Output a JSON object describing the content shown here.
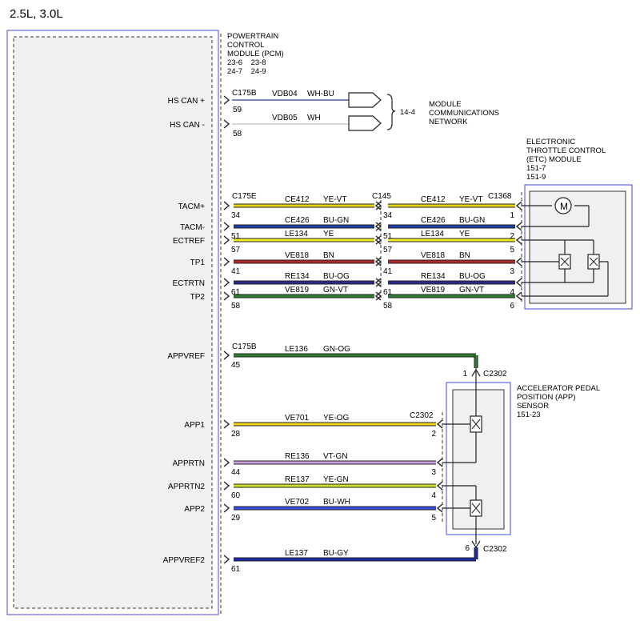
{
  "title": "2.5L, 3.0L",
  "pcm": {
    "name_lines": [
      "POWERTRAIN",
      "CONTROL",
      "MODULE (PCM)",
      "23-6    23-8",
      "24-7    24-9"
    ]
  },
  "network": {
    "ref": "14-4",
    "name_lines": [
      "MODULE",
      "COMMUNICATIONS",
      "NETWORK"
    ]
  },
  "etc": {
    "name_lines": [
      "ELECTRONIC",
      "THROTTLE CONTROL",
      "(ETC) MODULE",
      "151-7",
      "151-9"
    ]
  },
  "app_sensor": {
    "name_lines": [
      "ACCELERATOR PEDAL",
      "POSITION (APP)",
      "SENSOR",
      "151-23"
    ]
  },
  "connectors": {
    "c175b_top": "C175B",
    "c175e": "C175E",
    "c145": "C145",
    "c1368": "C1368",
    "c175b_mid": "C175B",
    "c2302_top": "C2302",
    "c2302_mid": "C2302",
    "c2302_bottom": "C2302"
  },
  "colors": {
    "WH-BU": "#2f3a9e",
    "WH": "#b0b0b0",
    "YE-VT": "#e8d816",
    "BU-GN": "#1e3fa8",
    "YE": "#eeee22",
    "BN": "#b02828",
    "BU-OG": "#2a2a8c",
    "GN-VT": "#2e7d32",
    "GN-OG": "#2e7d32",
    "YE-OG": "#f0d21a",
    "VT-GN": "#c9a0dc",
    "YE-GN": "#cfe02a",
    "BU-WH": "#3a4fe0",
    "BU-GY": "#1e2aa8",
    "module_border": "#4a4ad0"
  },
  "can_signals": [
    {
      "signal": "HS CAN +",
      "pin": "59",
      "circuit": "VDB04",
      "wire": "WH-BU"
    },
    {
      "signal": "HS CAN -",
      "pin": "58",
      "circuit": "VDB05",
      "wire": "WH"
    }
  ],
  "etc_signals": [
    {
      "signal": "TACM+",
      "pcm_pin": "34",
      "circuit": "CE412",
      "wire": "YE-VT",
      "mid_pin": "34",
      "etc_pin": "1"
    },
    {
      "signal": "TACM-",
      "pcm_pin": "51",
      "circuit": "CE426",
      "wire": "BU-GN",
      "mid_pin": "51",
      "etc_pin": "2"
    },
    {
      "signal": "ECTREF",
      "pcm_pin": "57",
      "circuit": "LE134",
      "wire": "YE",
      "mid_pin": "57",
      "etc_pin": "5"
    },
    {
      "signal": "TP1",
      "pcm_pin": "41",
      "circuit": "VE818",
      "wire": "BN",
      "mid_pin": "41",
      "etc_pin": "3"
    },
    {
      "signal": "ECTRTN",
      "pcm_pin": "61",
      "circuit": "RE134",
      "wire": "BU-OG",
      "mid_pin": "61",
      "etc_pin": "4"
    },
    {
      "signal": "TP2",
      "pcm_pin": "58",
      "circuit": "VE819",
      "wire": "GN-VT",
      "mid_pin": "58",
      "etc_pin": "6"
    }
  ],
  "app_signals": [
    {
      "signal": "APPVREF",
      "pcm_pin": "45",
      "circuit": "LE136",
      "wire": "GN-OG",
      "app_pin": "1"
    },
    {
      "signal": "APP1",
      "pcm_pin": "28",
      "circuit": "VE701",
      "wire": "YE-OG",
      "app_pin": "2"
    },
    {
      "signal": "APPRTN",
      "pcm_pin": "44",
      "circuit": "RE136",
      "wire": "VT-GN",
      "app_pin": "3"
    },
    {
      "signal": "APPRTN2",
      "pcm_pin": "60",
      "circuit": "RE137",
      "wire": "YE-GN",
      "app_pin": "4"
    },
    {
      "signal": "APP2",
      "pcm_pin": "29",
      "circuit": "VE702",
      "wire": "BU-WH",
      "app_pin": "5"
    },
    {
      "signal": "APPVREF2",
      "pcm_pin": "61",
      "circuit": "LE137",
      "wire": "BU-GY",
      "app_pin": "6"
    }
  ]
}
